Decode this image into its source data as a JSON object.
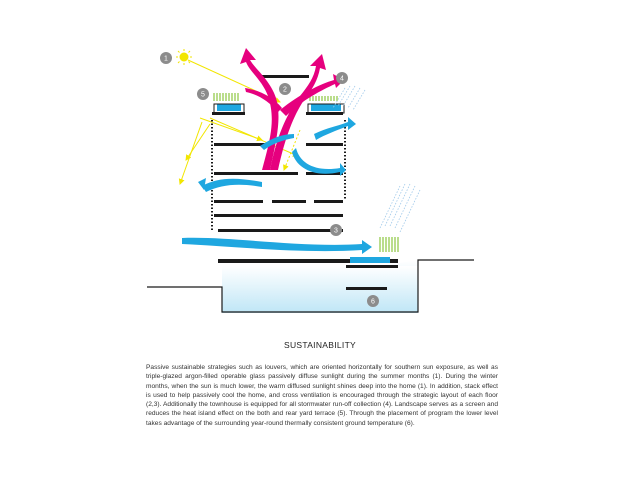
{
  "title": "SUSTAINABILITY",
  "description": "Passive sustainable strategies such as louvers, which are oriented horizontally for southern sun exposure, as well as triple-glazed argon-filled operable glass passively diffuse sunlight during  the summer months (1). During the winter months, when the sun is much lower, the warm diffused sunlight shines deep into the home (1).  In addition, stack effect is used to help passively cool the home, and cross ventilation is encouraged through the strategic layout of each floor (2,3).  Additionally the townhouse is equipped for all stormwater run-off collection (4). Landscape serves as a screen and reduces the heat island effect on the both and rear yard terrace (5). Through the placement of program the lower level takes advantage of the surrounding year-round thermally consistent ground temperature (6).",
  "markers": [
    "1",
    "2",
    "3",
    "4",
    "5",
    "6"
  ],
  "colors": {
    "stack_effect": "#e6007e",
    "airflow": "#1fa7e0",
    "sunlight": "#f2e600",
    "landscape": "#8cc63f",
    "rainfall": "#9fc9ea",
    "ground": "#bfe6f6",
    "marker": "#8c8c8c",
    "structure": "#1a1a1a"
  },
  "icons": [
    "sun-icon",
    "rain-icon",
    "planter-icon"
  ]
}
